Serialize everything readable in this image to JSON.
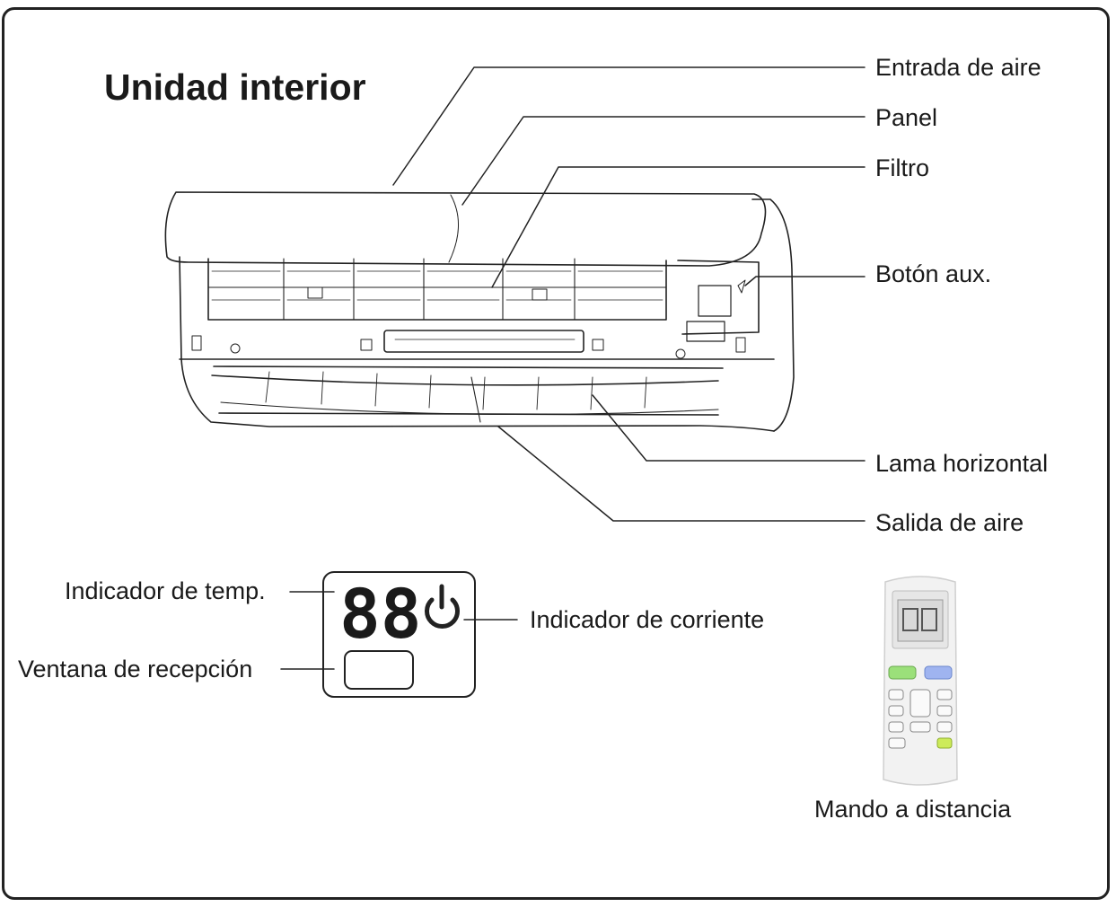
{
  "title": "Unidad interior",
  "labels": {
    "air_inlet": "Entrada de aire",
    "panel": "Panel",
    "filter": "Filtro",
    "aux_button": "Botón aux.",
    "horizontal_louver": "Lama horizontal",
    "air_outlet": "Salida de aire",
    "temp_indicator": "Indicador de temp.",
    "power_indicator": "Indicador de corriente",
    "receiver_window": "Ventana de recepción",
    "remote": "Mando a distancia"
  },
  "display": {
    "digits": "88"
  },
  "icons": {
    "power": "power-icon",
    "remote": "remote-control-icon"
  },
  "colors": {
    "line": "#222222",
    "remote_body": "#f2f2f2",
    "remote_green": "#9be07a",
    "remote_blue": "#9fb4f0",
    "remote_lime": "#cdeb5a"
  }
}
